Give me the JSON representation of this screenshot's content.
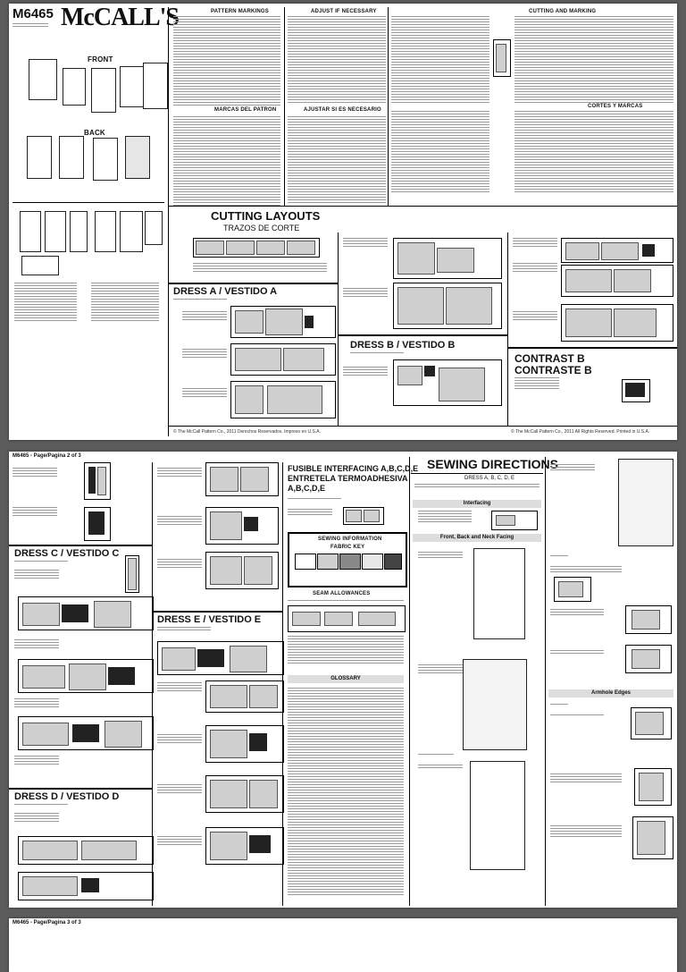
{
  "pattern_number": "M6465",
  "brand": "McCALL'S",
  "pages": {
    "p1": "",
    "p2": "M6465 - Page/Pagina 2 of 3",
    "p3": "M6465 - Page/Pagina 3 of 3"
  },
  "front_label": "FRONT",
  "back_label": "BACK",
  "headers": {
    "pattern_markings": "PATTERN MARKINGS",
    "adjust": "ADJUST IF NECESSARY",
    "cutting": "CUTTING AND MARKING",
    "cortes": "CORTES Y MARCAS",
    "ajustar": "AJUSTAR SI ES NECESARIO",
    "marcas": "MARCAS DEL PATRON",
    "cutting_layouts": "CUTTING LAYOUTS",
    "trazos": "TRAZOS DE CORTE"
  },
  "sections": {
    "dress_a": "DRESS A / VESTIDO A",
    "dress_b": "DRESS B / VESTIDO B",
    "contrast_b": "CONTRAST B",
    "contraste_b": "CONTRASTE B",
    "dress_c": "DRESS C / VESTIDO C",
    "dress_d": "DRESS D / VESTIDO D",
    "dress_e": "DRESS E / VESTIDO E",
    "fusible": "FUSIBLE INTERFACING A,B,C,D,E",
    "entretela": "ENTRETELA TERMOADHESIVA",
    "entretela_sub": "A,B,C,D,E",
    "sewing_directions": "SEWING DIRECTIONS",
    "sewing_information": "SEWING INFORMATION",
    "fabric_key": "FABRIC KEY",
    "seam_allowances": "SEAM ALLOWANCES",
    "glossary": "GLOSSARY",
    "dress_abcde": "DRESS A, B, C, D, E",
    "interfacing": "Interfacing",
    "front_back_neck": "Front, Back and Neck Facing",
    "armhole": "Armhole Edges"
  },
  "copyright": {
    "left": "© The McCall Pattern Co., 2011 Derechos Reservados. Impreso en U.S.A.",
    "right": "© The McCall Pattern Co., 2011 All Rights Reserved. Printed in U.S.A."
  },
  "fabric_key_items": [
    "",
    "",
    "",
    "",
    ""
  ],
  "pieces": [],
  "colors": {
    "page": "#ffffff",
    "background": "#5c5c5c",
    "shade": "#cfcfcf"
  }
}
